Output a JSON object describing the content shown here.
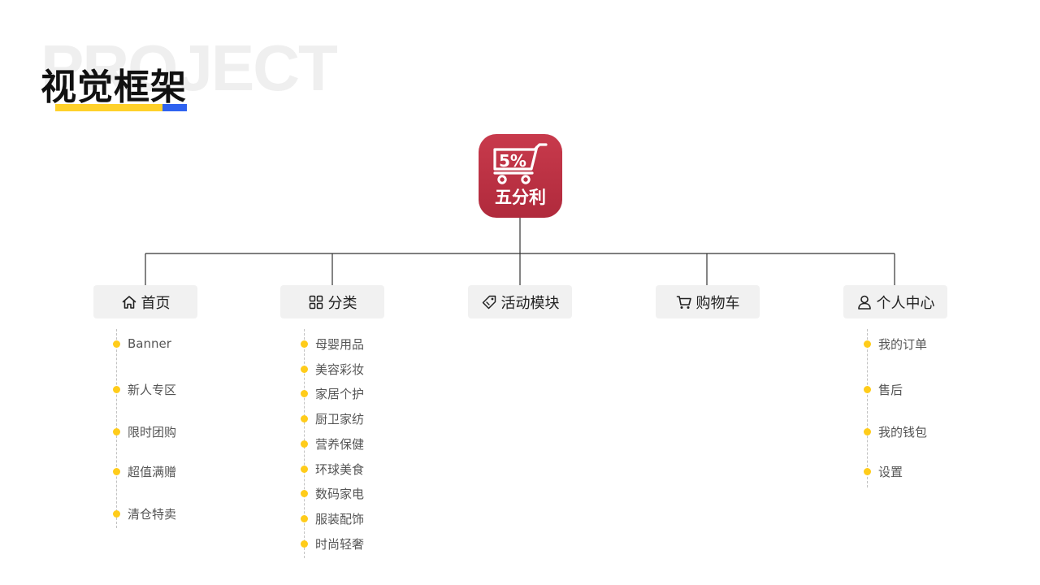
{
  "header": {
    "watermark": "PROJECT",
    "title": "视觉框架"
  },
  "app": {
    "badge_text": "5%",
    "name": "五分利",
    "brand_color": "#b8303f"
  },
  "colors": {
    "dot": "#ffcc1a",
    "underline_yellow": "#ffd12a",
    "underline_blue": "#2f63f0",
    "pill_bg": "#f1f1f1",
    "line": "#333333"
  },
  "categories": [
    {
      "label": "首页",
      "icon": "home-icon"
    },
    {
      "label": "分类",
      "icon": "grid-icon"
    },
    {
      "label": "活动模块",
      "icon": "tag-icon"
    },
    {
      "label": "购物车",
      "icon": "cart-icon"
    },
    {
      "label": "个人中心",
      "icon": "user-icon"
    }
  ],
  "lists": {
    "home": [
      "Banner",
      "新人专区",
      "限时团购",
      "超值满赠",
      "清仓特卖"
    ],
    "category": [
      "母婴用品",
      "美容彩妆",
      "家居个护",
      "厨卫家纺",
      "营养保健",
      "环球美食",
      "数码家电",
      "服装配饰",
      "时尚轻奢"
    ],
    "profile": [
      "我的订单",
      "售后",
      "我的钱包",
      "设置"
    ]
  }
}
